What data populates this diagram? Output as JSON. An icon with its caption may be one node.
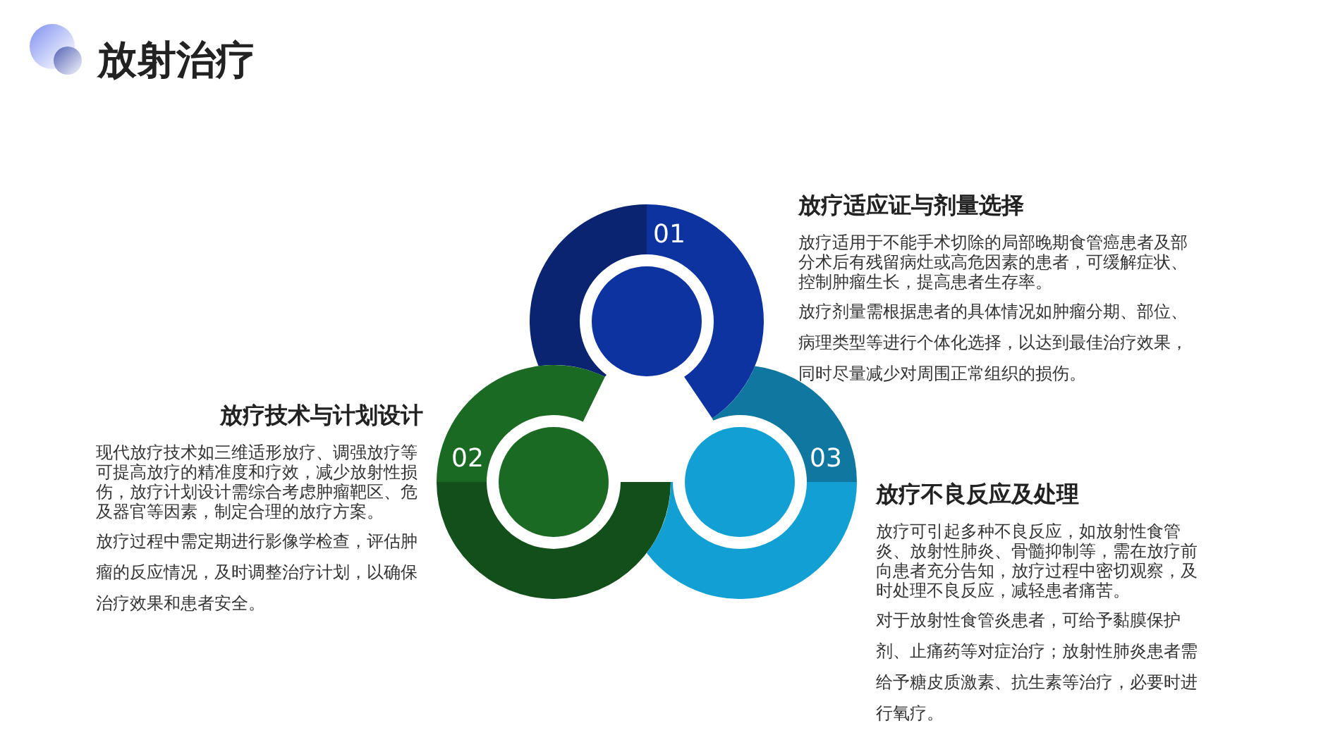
{
  "diagram": {
    "title": "放射治疗",
    "nodes": [
      {
        "text": [
          "01"
        ],
        "beside": [
          "放疗适应证与剂量选择",
          "放疗适用于不能手术切除的局部晚期食管癌患者及部分术后有残留病灶或高危因素的患者，可缓解症状、控制肿瘤生长，提高患者生存率。"
        ]
      },
      {
        "text": [
          "02"
        ],
        "beside": [
          "放疗技术与计划设计",
          "现代放疗技术如三维适形放疗、调强放疗等可提高放疗的精准度和疗效，减少放射性损伤，放疗计划设计需综合考虑肿瘤靶区、危及器官等因素，制定合理的放疗方案。",
          "放疗过程中需定期进行影像学检查，评估肿瘤的反应情况，及时调整治疗计划，以确保治疗效果和患者安全。"
        ]
      },
      {
        "text": [
          "03"
        ],
        "beside": [
          "放疗不良反应及处理",
          "放疗可引起多种不良反应，如放射性食管炎、放射性肺炎、骨髓抑制等，需在放疗前向患者充分告知，放疗过程中密切观察，及时处理不良反应，减轻患者痛苦。",
          "对于放射性食管炎患者，可给予黏膜保护剂、止痛药等对症治疗；放射性肺炎患者需给予糖皮质激素、抗生素等治疗，必要时进行氧疗。"
        ]
      }
    ],
    "labels": [
      "放疗剂量需根据患者的具体情况如肿瘤分期、部位、病理类型等进行个体化选择，以达到最佳治疗效果，同时尽量减少对周围正常组织的损伤。"
    ]
  }
}
